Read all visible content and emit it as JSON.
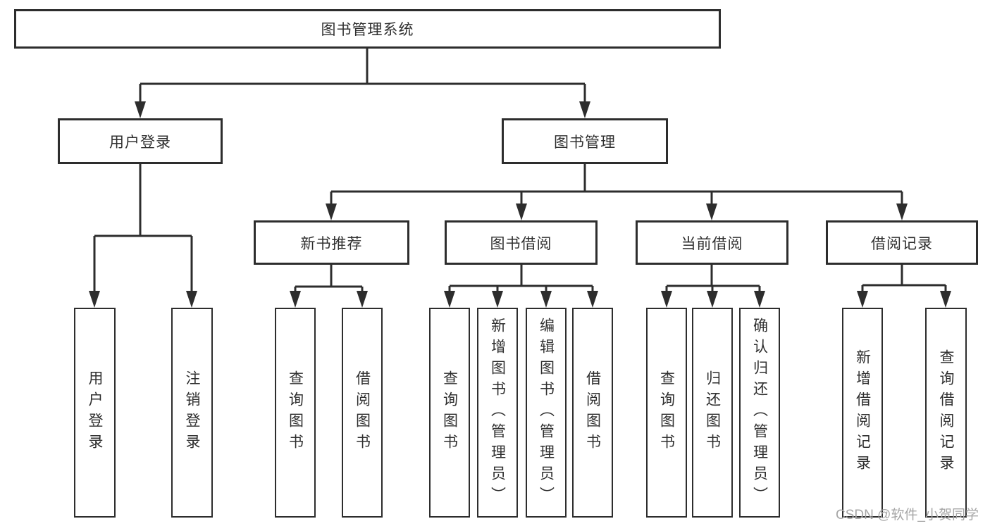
{
  "diagram": {
    "root": {
      "label": "图书管理系统"
    },
    "branches": [
      {
        "label": "用户登录",
        "children": [
          {
            "label": "用户登录"
          },
          {
            "label": "注销登录"
          }
        ]
      },
      {
        "label": "图书管理",
        "children": [
          {
            "label": "新书推荐",
            "children": [
              {
                "label": "查询图书"
              },
              {
                "label": "借阅图书"
              }
            ]
          },
          {
            "label": "图书借阅",
            "children": [
              {
                "label": "查询图书"
              },
              {
                "label": "新增图书（管理员）"
              },
              {
                "label": "编辑图书（管理员）"
              },
              {
                "label": "借阅图书"
              }
            ]
          },
          {
            "label": "当前借阅",
            "children": [
              {
                "label": "查询图书"
              },
              {
                "label": "归还图书"
              },
              {
                "label": "确认归还（管理员）"
              }
            ]
          },
          {
            "label": "借阅记录",
            "children": [
              {
                "label": "新增借阅记录"
              },
              {
                "label": "查询借阅记录"
              }
            ]
          }
        ]
      }
    ],
    "watermark": "CSDN @软件_小贺同学",
    "colors": {
      "line": "#2d2d2d",
      "box_border": "#2d2d2d",
      "box_fill": "#ffffff",
      "text": "#2f2f2f",
      "watermark": "#a6a6a6"
    }
  }
}
